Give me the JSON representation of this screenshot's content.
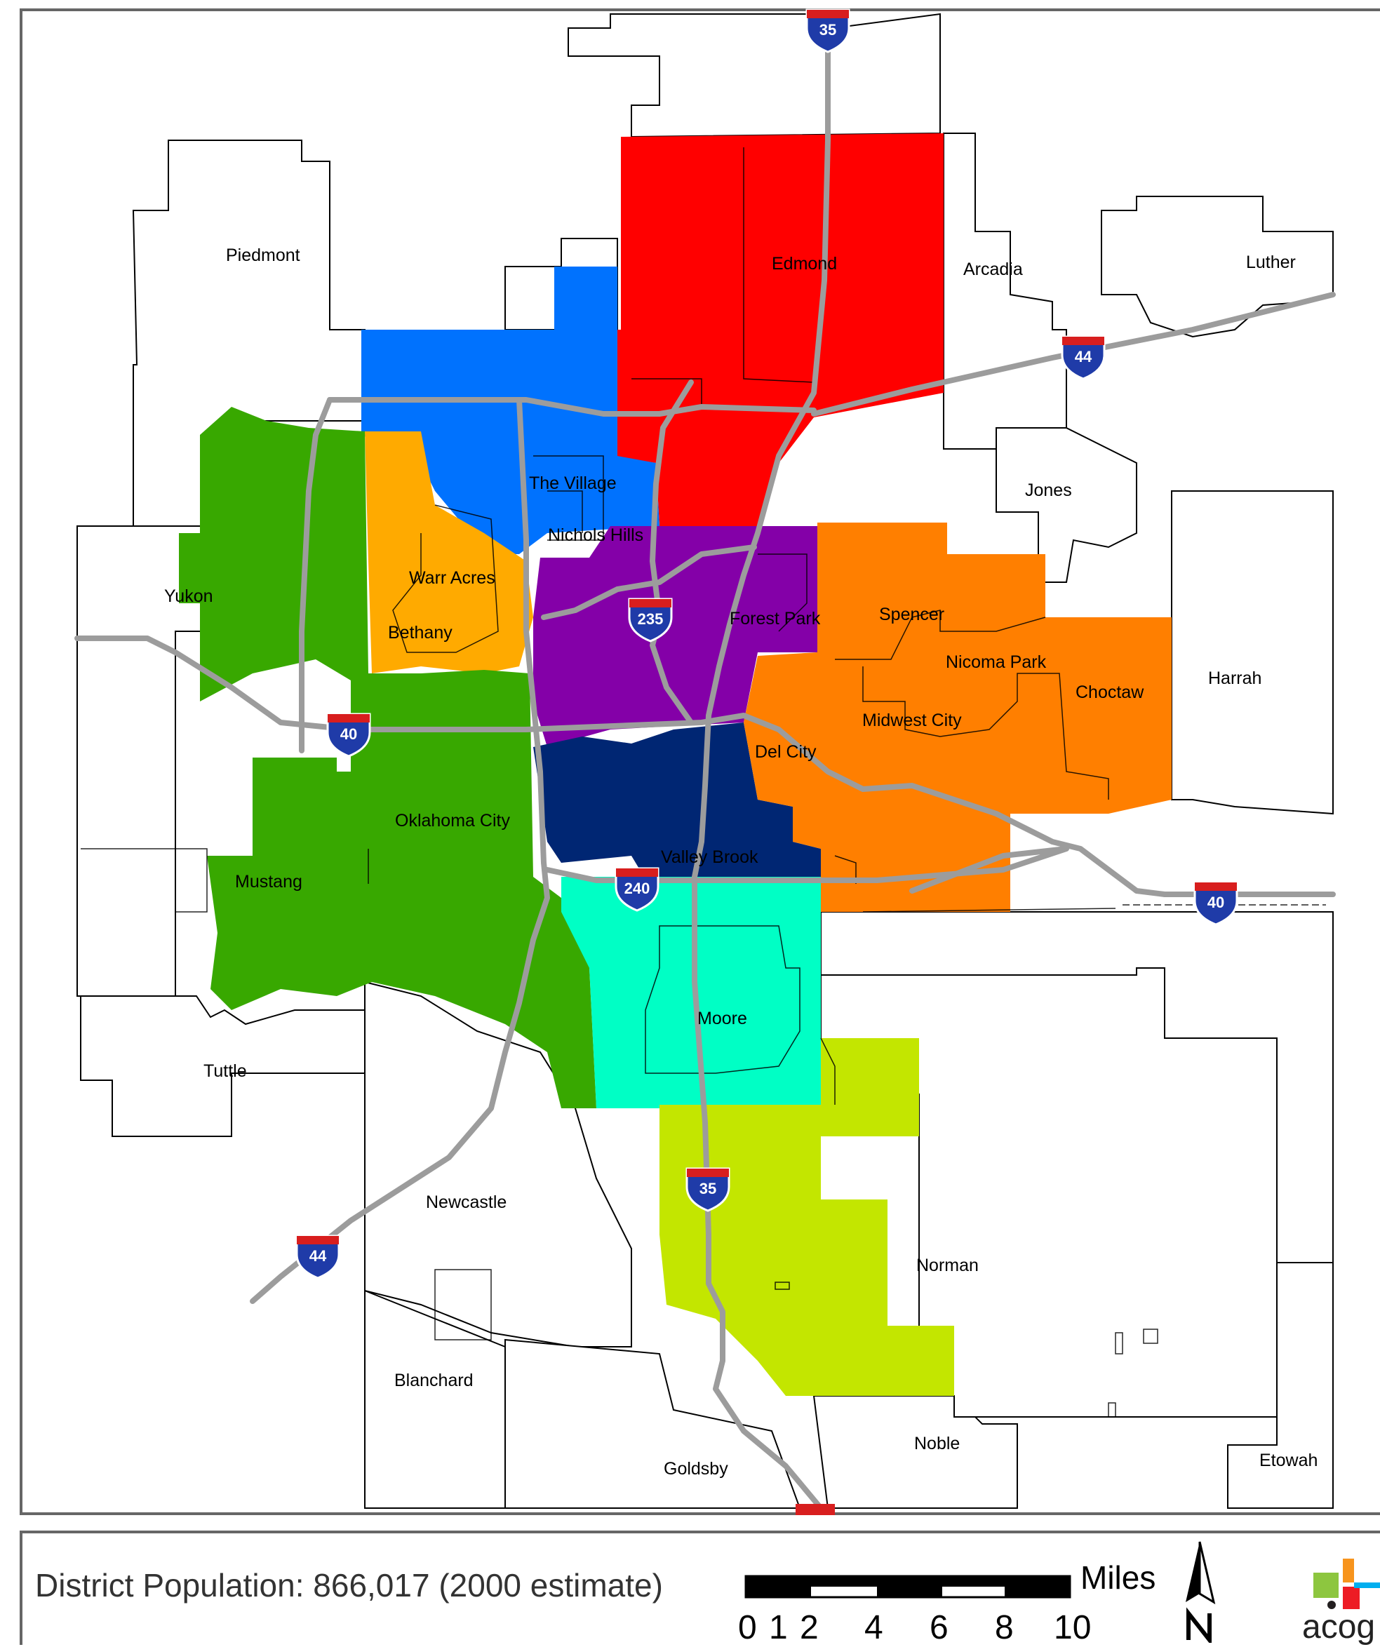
{
  "map": {
    "districts": [
      {
        "name": "edmond-district",
        "color": "#ff0000"
      },
      {
        "name": "northwest-district",
        "color": "#0072fe"
      },
      {
        "name": "bethany-district",
        "color": "#ffaa00"
      },
      {
        "name": "west-district",
        "color": "#38a800"
      },
      {
        "name": "central-district",
        "color": "#8400a8"
      },
      {
        "name": "south-central-district",
        "color": "#002673"
      },
      {
        "name": "midwest-city-district",
        "color": "#ff7f00"
      },
      {
        "name": "moore-district",
        "color": "#00ffc5"
      },
      {
        "name": "norman-district",
        "color": "#c3e600"
      }
    ],
    "places": [
      {
        "id": "piedmont",
        "label": "Piedmont"
      },
      {
        "id": "edmond",
        "label": "Edmond"
      },
      {
        "id": "arcadia",
        "label": "Arcadia"
      },
      {
        "id": "luther",
        "label": "Luther"
      },
      {
        "id": "the-village",
        "label": "The Village"
      },
      {
        "id": "jones",
        "label": "Jones"
      },
      {
        "id": "nichols-hills",
        "label": "Nichols Hills"
      },
      {
        "id": "warr-acres",
        "label": "Warr Acres"
      },
      {
        "id": "yukon",
        "label": "Yukon"
      },
      {
        "id": "bethany",
        "label": "Bethany"
      },
      {
        "id": "forest-park",
        "label": "Forest Park"
      },
      {
        "id": "spencer",
        "label": "Spencer"
      },
      {
        "id": "nicoma-park",
        "label": "Nicoma Park"
      },
      {
        "id": "harrah",
        "label": "Harrah"
      },
      {
        "id": "choctaw",
        "label": "Choctaw"
      },
      {
        "id": "midwest-city",
        "label": "Midwest City"
      },
      {
        "id": "del-city",
        "label": "Del City"
      },
      {
        "id": "oklahoma-city",
        "label": "Oklahoma City"
      },
      {
        "id": "valley-brook",
        "label": "Valley Brook"
      },
      {
        "id": "mustang",
        "label": "Mustang"
      },
      {
        "id": "moore",
        "label": "Moore"
      },
      {
        "id": "tuttle",
        "label": "Tuttle"
      },
      {
        "id": "newcastle",
        "label": "Newcastle"
      },
      {
        "id": "norman",
        "label": "Norman"
      },
      {
        "id": "blanchard",
        "label": "Blanchard"
      },
      {
        "id": "noble",
        "label": "Noble"
      },
      {
        "id": "goldsby",
        "label": "Goldsby"
      },
      {
        "id": "etowah",
        "label": "Etowah"
      }
    ],
    "shields": [
      {
        "id": "i35-north",
        "number": "35"
      },
      {
        "id": "i44-east",
        "number": "44"
      },
      {
        "id": "i235",
        "number": "235"
      },
      {
        "id": "i40-west",
        "number": "40"
      },
      {
        "id": "i240",
        "number": "240"
      },
      {
        "id": "i40-east",
        "number": "40"
      },
      {
        "id": "i35-south",
        "number": "35"
      },
      {
        "id": "i44-west",
        "number": "44"
      }
    ],
    "road_color": "#9c9c9c",
    "shield_blue": "#1f3ba8",
    "shield_red": "#d81e1e"
  },
  "footer": {
    "population_text": "District Population: 866,017 (2000 estimate)",
    "scale_unit": "Miles",
    "scale_ticks": [
      "0",
      "1",
      "2",
      "4",
      "6",
      "8",
      "10"
    ],
    "north_arrow": "north-arrow-icon",
    "logo_text": "acog",
    "logo_colors": [
      "#8dc63f",
      "#f7941d",
      "#ed1c24",
      "#00aeef",
      "#231f20"
    ]
  }
}
